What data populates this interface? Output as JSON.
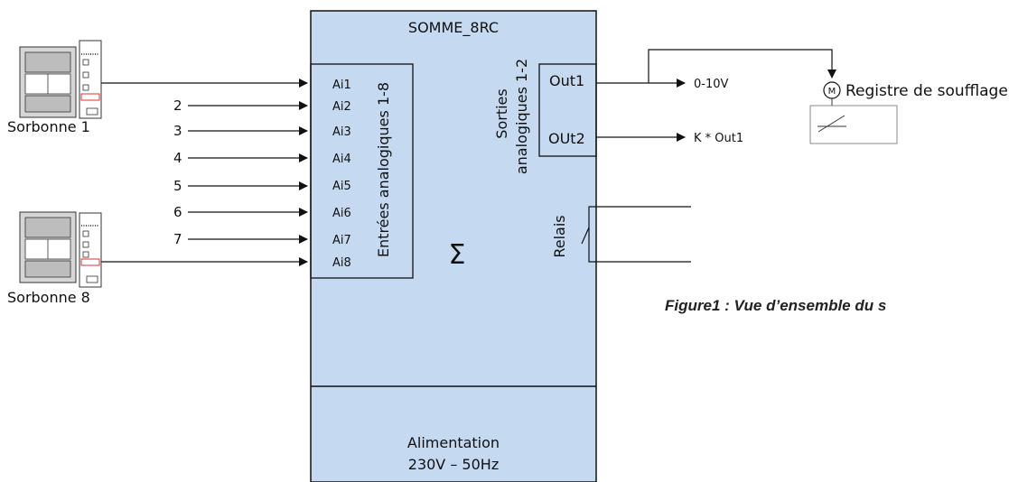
{
  "module": {
    "title": "SOMME_8RC",
    "sum_symbol": "Σ",
    "power_label": "Alimentation",
    "power_spec": "230V – 50Hz",
    "fill_color": "#c5d9f1"
  },
  "inputs": {
    "group_label": "Entrées analogiques 1-8",
    "ports": [
      "Ai1",
      "Ai2",
      "Ai3",
      "Ai4",
      "Ai5",
      "Ai6",
      "Ai7",
      "Ai8"
    ],
    "line_numbers": [
      "2",
      "3",
      "4",
      "5",
      "6",
      "7"
    ]
  },
  "outputs": {
    "group_label_line1": "Sorties",
    "group_label_line2": "analogiques 1-2",
    "ports": [
      "Out1",
      "OUt2"
    ],
    "signals": [
      "0-10V",
      "K * Out1"
    ]
  },
  "relay": {
    "label": "Relais"
  },
  "devices": {
    "sorbonne_1": "Sorbonne 1",
    "sorbonne_8": "Sorbonne 8",
    "damper_label": "Registre de soufflage",
    "motor_letter": "M"
  },
  "caption": "Figure1 : Vue d’ensemble du s"
}
